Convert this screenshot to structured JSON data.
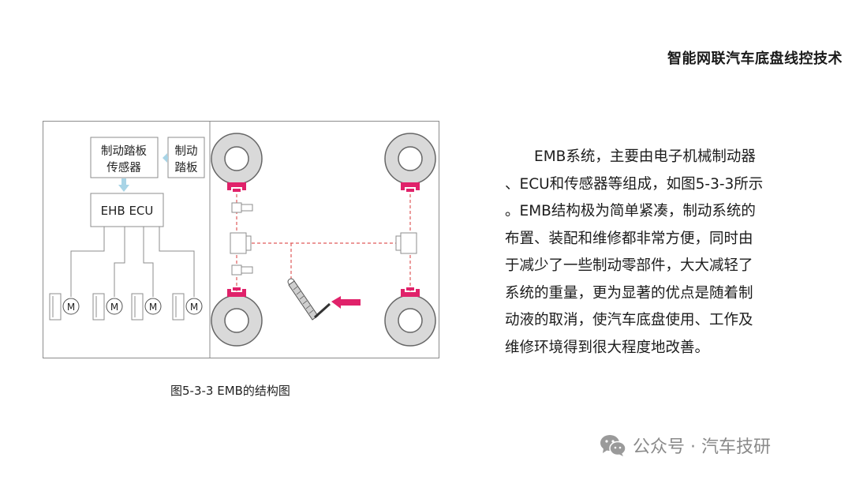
{
  "header": {
    "title": "智能网联汽车底盘线控技术"
  },
  "diagram": {
    "pedal_sensor_label": [
      "制动踏板",
      "传感器"
    ],
    "pedal_label": [
      "制动",
      "踏板"
    ],
    "ecu_label": "EHB ECU",
    "motor_label": "M"
  },
  "caption": "图5-3-3 EMB的结构图",
  "body": {
    "lines": [
      "　　EMB系统，主要由电子机械制动器",
      "、ECU和传感器等组成，如图5-3-3所示",
      "。EMB结构极为简单紧凑，制动系统的",
      "布置、装配和维修都非常方便，同时由",
      "于减少了一些制动零部件，大大减轻了",
      "系统的重量，更为显著的优点是随着制",
      "动液的取消，使汽车底盘使用、工作及",
      "维修环境得到很大程度地改善。"
    ]
  },
  "watermark": {
    "text": "公众号 · 汽车技研",
    "icon": "wechat-icon"
  },
  "colors": {
    "accent": "#e0226a",
    "wheel": "#d9d9d9",
    "arrow": "#a8d4e6",
    "dash": "#e05a5a"
  }
}
